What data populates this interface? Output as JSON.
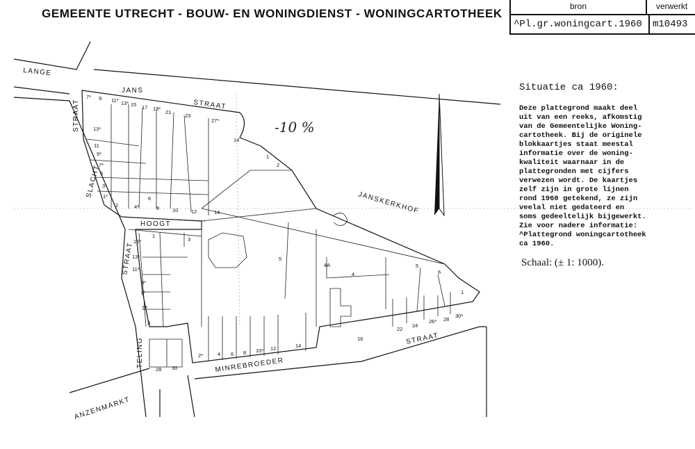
{
  "header": {
    "title": "GEMEENTE UTRECHT - BOUW- EN WONINGDIENST - WONINGCARTOTHEEK"
  },
  "source_table": {
    "col_source": "bron",
    "col_processed": "verwerkt",
    "source_value": "^Pl.gr.woningcart.1960",
    "processed_value": "m10493"
  },
  "sidebar": {
    "heading": "Situatie ca 1960:",
    "body": "Deze plattegrond maakt deel\nuit van een reeks, afkomstig\nvan de Gemeentelijke Woning-\ncartotheek. Bij de originele\nblokkaartjes staat meestal\ninformatie over de woning-\nkwaliteit waarnaar in de\nplattegronden met cijfers\nverwezen wordt. De kaartjes\nzelf zijn in grote lijnen\nrond 1960 getekend, ze zijn\nveelal niet gedateerd en\nsoms gedeeltelijk bijgewerkt.\nZie voor nadere informatie:\n^Plattegrond woningcartotheek\nca 1960.",
    "scale": "Schaal: (± 1: 1000)."
  },
  "map": {
    "streets": {
      "lange": "LANGE",
      "jans": "JANS",
      "jans_straat": "STRAAT",
      "slacht_straat": "STRAAT",
      "slacht": "SLACHT",
      "hoogt": "HOOGT",
      "hoogt_straat": "STRAAT",
      "teling": "TELING",
      "janskerkhof": "JANSKERKHOF",
      "minrebroeder": "MINREBROEDER",
      "minrebroeder_straat": "STRAAT",
      "ganzenmarkt": "ANZENMARKT"
    },
    "handwritten_note": "-10 %",
    "house_numbers": [
      "7*",
      "9",
      "11*",
      "13*",
      "15",
      "17",
      "19*",
      "21",
      "23",
      "27*",
      "14",
      "13*",
      "11",
      "9*",
      "7*",
      "5",
      "3*",
      "1*",
      "2",
      "4*",
      "6",
      "8",
      "10",
      "12",
      "14",
      "1",
      "2",
      "1",
      "3",
      "15*",
      "13*",
      "11*",
      "9*",
      "7*",
      "5*",
      "3",
      "5",
      "4A",
      "4",
      "5",
      "6",
      "1",
      "2*",
      "4",
      "6",
      "8",
      "10*",
      "12",
      "14",
      "16",
      "22",
      "24",
      "26*",
      "28",
      "30*",
      "28",
      "30"
    ]
  }
}
